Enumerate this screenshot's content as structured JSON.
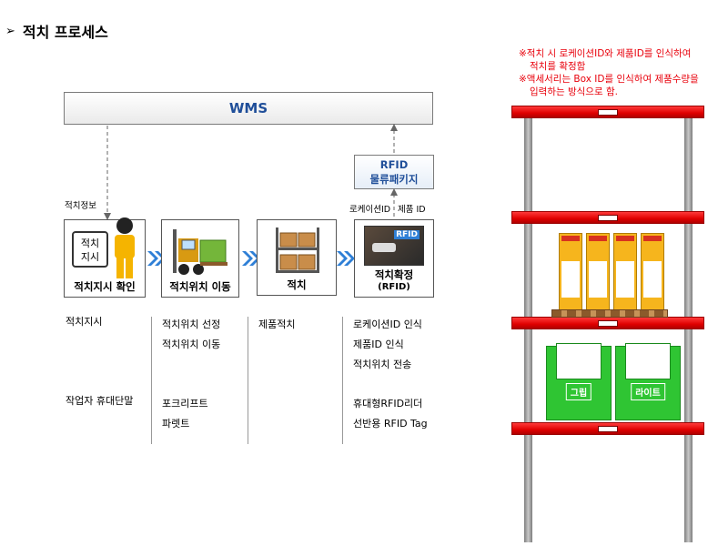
{
  "title": "적치 프로세스",
  "title_bullet": "➢",
  "notes": [
    "※적치 시 로케이션ID와 제품ID를 인식하여",
    "적치를 확정함",
    "※액세서리는 Box ID를 인식하여 제품수량을",
    "입력하는 방식으로 함."
  ],
  "wms": "WMS",
  "rfid_package": [
    "RFID",
    "물류패키지"
  ],
  "flow_label": "적치정보",
  "location_id": "로케이션ID",
  "product_id": "제품 ID",
  "steps": [
    {
      "caption": "적치지시 확인",
      "screen": [
        "적치",
        "지시"
      ]
    },
    {
      "caption": "적치위치 이동"
    },
    {
      "caption": "적치"
    },
    {
      "caption": "적치확정",
      "sub": "(RFID)",
      "badge": "RFID"
    }
  ],
  "tasks": {
    "row_label": "적치지시",
    "col1": [
      "적치위치 선정",
      "적치위치 이동"
    ],
    "col2": [
      "제품적치"
    ],
    "col3": [
      "로케이션ID 인식",
      "제품ID 인식",
      "적치위치 전송"
    ]
  },
  "tools": {
    "row_label": "작업자 휴대단말",
    "col1": [
      "포크리프트",
      "파렛트"
    ],
    "col3": [
      "휴대형RFID리더",
      "선반용 RFID Tag"
    ]
  },
  "crates": [
    "그립",
    "라이트"
  ],
  "colors": {
    "accent_red": "#e8000b",
    "wms_blue": "#1f4e99",
    "rack_red": "#e00000",
    "crate_green": "#2fc533",
    "arrow_blue": "#2e7fd6"
  }
}
